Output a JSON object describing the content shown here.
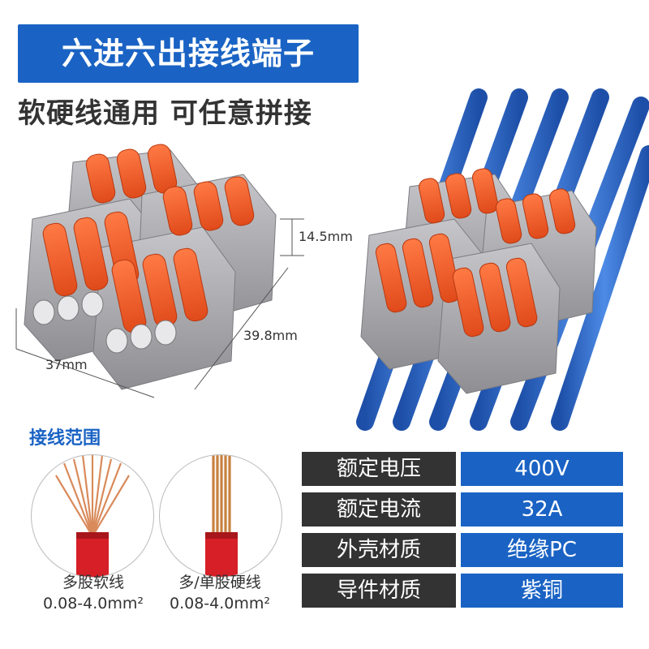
{
  "header": {
    "title": "六进六出接线端子",
    "subtitle": "软硬线通用 可任意拼接"
  },
  "dimensions": {
    "height": "14.5mm",
    "length": "39.8mm",
    "width": "37mm"
  },
  "wire_range": {
    "title": "接线范围",
    "items": [
      {
        "name": "多股软线",
        "range": "0.08-4.0mm²"
      },
      {
        "name": "多/单股硬线",
        "range": "0.08-4.0mm²"
      }
    ]
  },
  "specs": [
    {
      "label": "额定电压",
      "value": "400V"
    },
    {
      "label": "额定电流",
      "value": "32A"
    },
    {
      "label": "外壳材质",
      "value": "绝缘PC"
    },
    {
      "label": "导件材质",
      "value": "紫铜"
    }
  ],
  "colors": {
    "brand_blue": "#1a63c4",
    "dark_label": "#333333",
    "lever_orange": "#f15a2b",
    "housing_gray": "#a9a9ad",
    "cable_blue": "#2f6fd1"
  },
  "icons": {
    "connector": "lever-connector-image",
    "wire_soft": "stranded-wire-icon",
    "wire_hard": "solid-wire-icon"
  }
}
